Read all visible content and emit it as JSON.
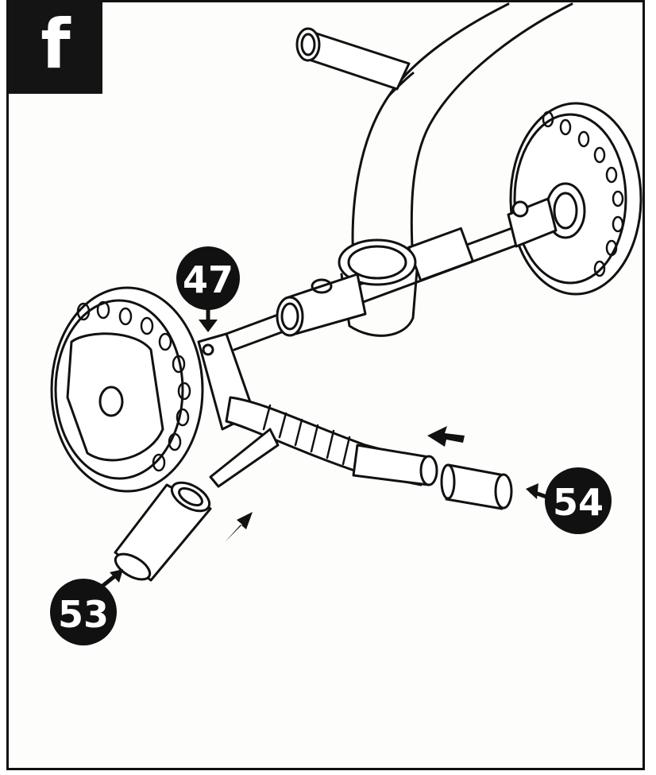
{
  "step": {
    "letter": "f"
  },
  "callouts": [
    {
      "id": "part-47",
      "label": "47"
    },
    {
      "id": "part-53",
      "label": "53"
    },
    {
      "id": "part-54",
      "label": "54"
    }
  ],
  "colors": {
    "ink": "#111111",
    "paper": "#fdfdfc",
    "badge": "#141414"
  }
}
